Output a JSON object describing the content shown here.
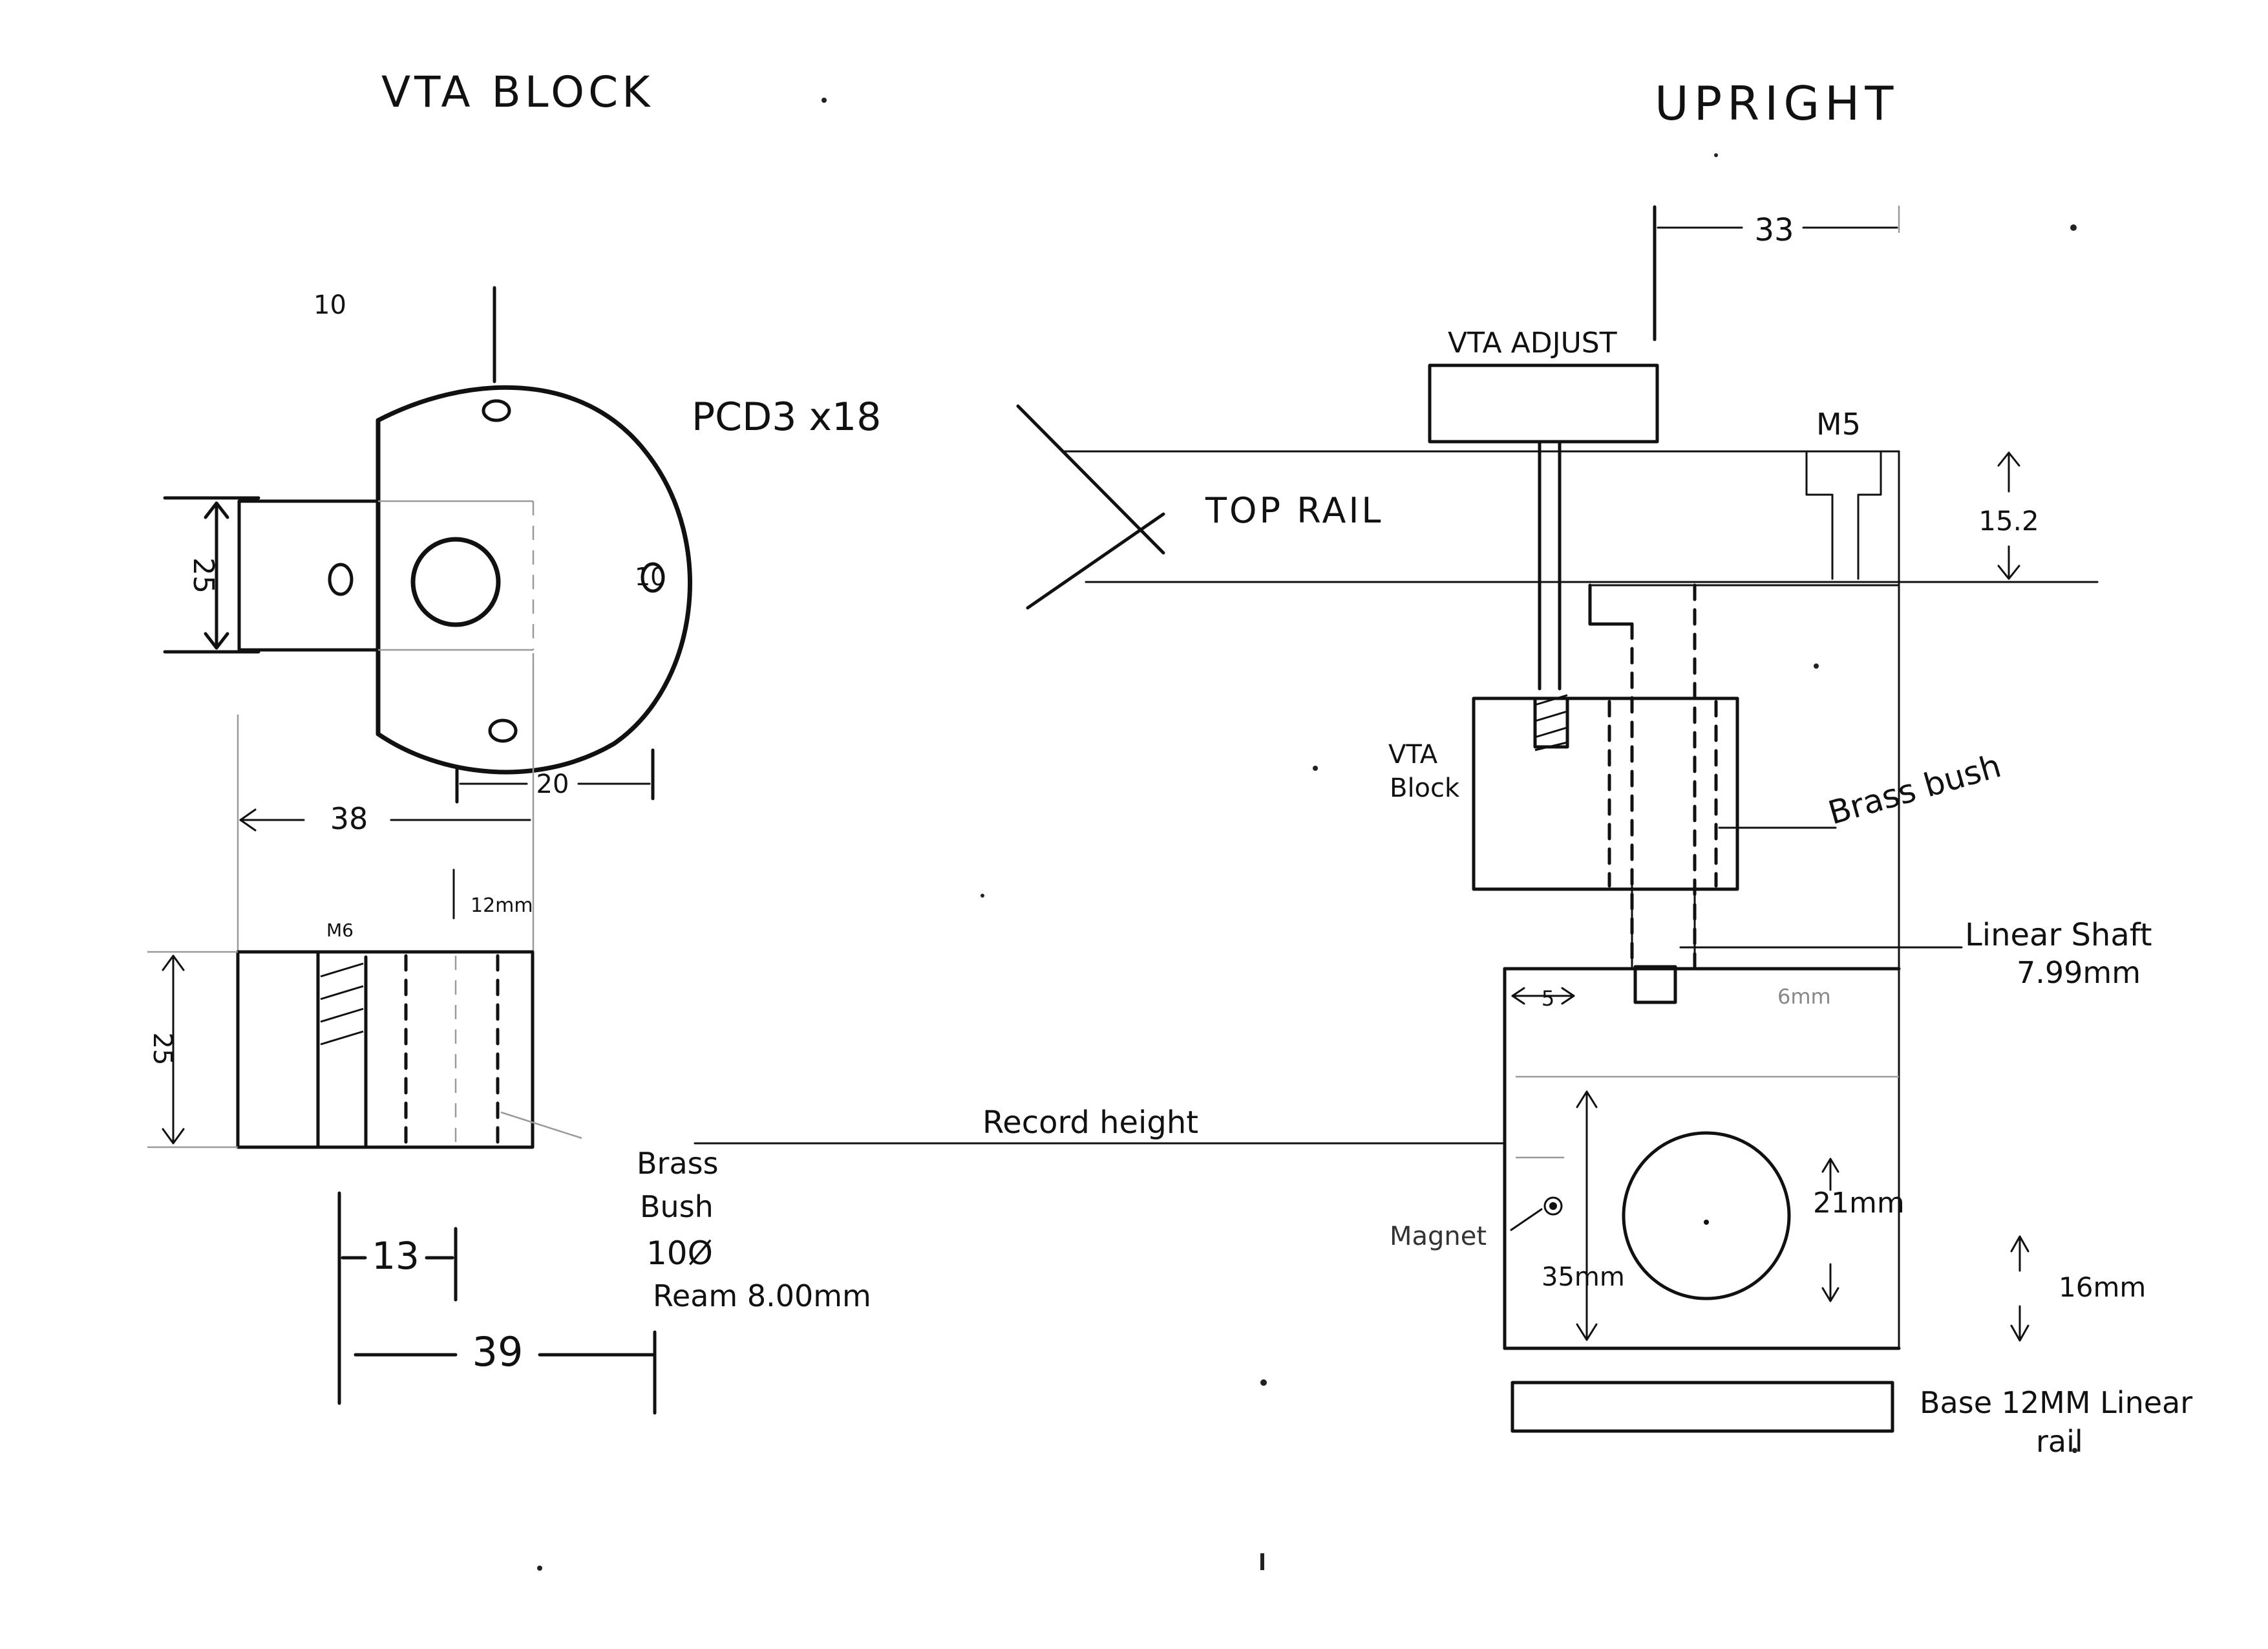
{
  "titles": {
    "left": "VTA BLOCK",
    "right": "UPRIGHT"
  },
  "labels": {
    "pcd": "PCD3 x18",
    "vta_adjust": "VTA ADJUST",
    "m5": "M5",
    "top_rail": "TOP RAIL",
    "vta_block_line1": "VTA",
    "vta_block_line2": "Block",
    "brass_bush_right": "Brass bush",
    "linear_shaft_line1": "Linear Shaft",
    "linear_shaft_line2": "7.99mm",
    "record_height": "Record height",
    "magnet": "Magnet",
    "brass_bush_line1": "Brass",
    "brass_bush_line2": "Bush",
    "brass_bush_line3": "10Ø",
    "brass_bush_line4": "Ream 8.00mm",
    "base_line1": "Base 12MM Linear",
    "base_line2": "rail",
    "m6": "M6"
  },
  "dimensions": {
    "top_left_10": "10",
    "hole_10": "10",
    "height_25_top": "25",
    "width_38": "38",
    "offset_20": "20",
    "offset_12mm": "12mm",
    "height_25_side": "25",
    "dim_13": "13",
    "dim_39": "39",
    "dim_33": "33",
    "dim_15_2": "15.2",
    "dim_5": "5",
    "dim_6mm": "6mm",
    "dim_35mm": "35mm",
    "dim_21mm": "21mm",
    "dim_16mm": "16mm"
  }
}
